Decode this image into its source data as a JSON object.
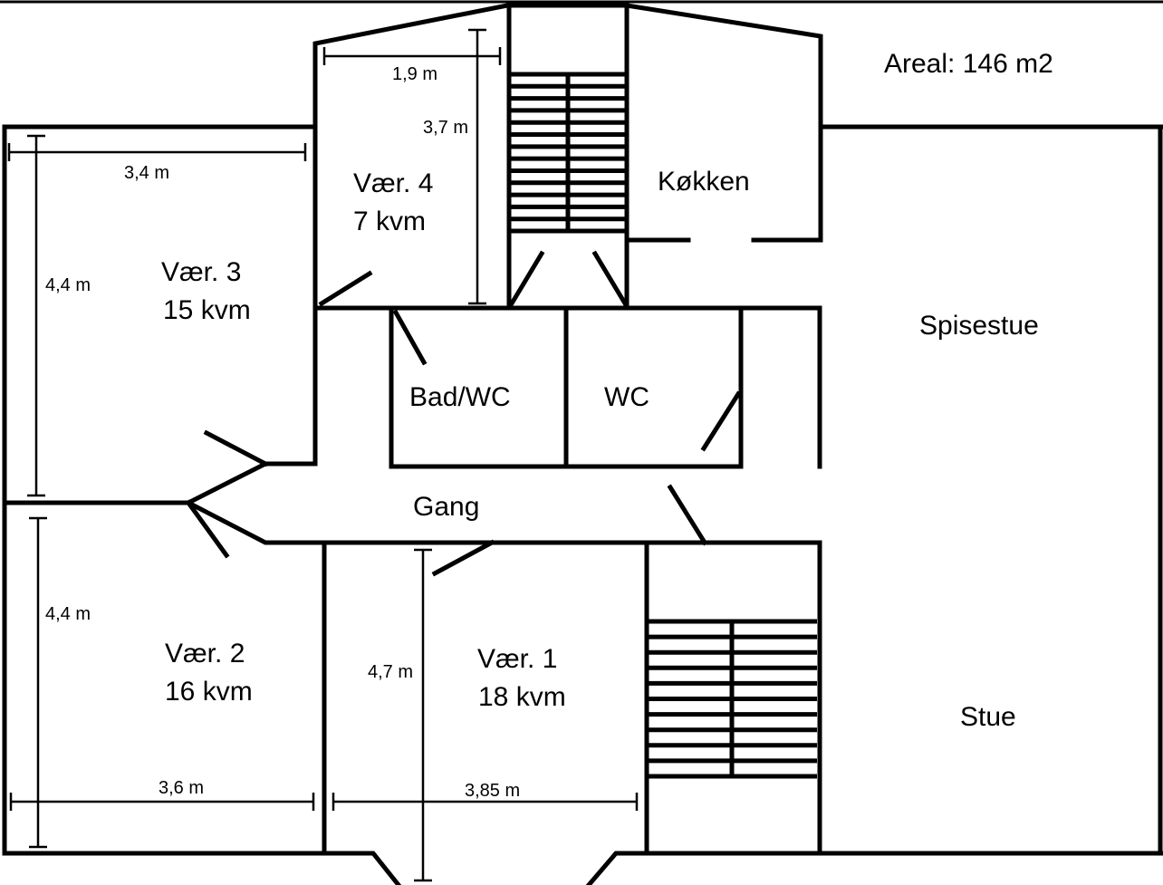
{
  "title": "Areal: 146 m2",
  "rooms": {
    "vaer4": {
      "name": "Vær. 4",
      "area": "7 kvm"
    },
    "vaer3": {
      "name": "Vær. 3",
      "area": "15 kvm"
    },
    "vaer2": {
      "name": "Vær. 2",
      "area": "16 kvm"
    },
    "vaer1": {
      "name": "Vær. 1",
      "area": "18 kvm"
    },
    "kitchen": "Køkken",
    "bath": "Bad/WC",
    "wc": "WC",
    "hall": "Gang",
    "dining": "Spisestue",
    "living": "Stue"
  },
  "dimensions": {
    "vaer4_width": "1,9 m",
    "vaer4_length": "3,7 m",
    "vaer3_width": "3,4 m",
    "vaer3_length": "4,4 m",
    "vaer2_length": "4,4 m",
    "vaer2_width": "3,6 m",
    "vaer1_length": "4,7 m",
    "vaer1_width": "3,85 m"
  }
}
